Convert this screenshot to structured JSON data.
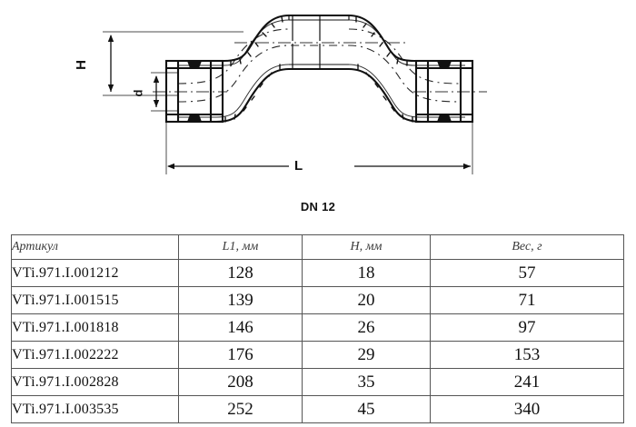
{
  "drawing": {
    "caption": "DN 12",
    "dimensions": {
      "height_label": "H",
      "inner_diameter_label": "d",
      "length_label": "L"
    }
  },
  "table": {
    "headers": {
      "article": "Артикул",
      "l1": "L1, мм",
      "h": "Н, мм",
      "weight": "Вес, г"
    },
    "rows": [
      {
        "article": "VTi.971.I.001212",
        "l1": "128",
        "h": "18",
        "weight": "57"
      },
      {
        "article": "VTi.971.I.001515",
        "l1": "139",
        "h": "20",
        "weight": "71"
      },
      {
        "article": "VTi.971.I.001818",
        "l1": "146",
        "h": "26",
        "weight": "97"
      },
      {
        "article": "VTi.971.I.002222",
        "l1": "176",
        "h": "29",
        "weight": "153"
      },
      {
        "article": "VTi.971.I.002828",
        "l1": "208",
        "h": "35",
        "weight": "241"
      },
      {
        "article": "VTi.971.I.003535",
        "l1": "252",
        "h": "45",
        "weight": "340"
      }
    ]
  }
}
